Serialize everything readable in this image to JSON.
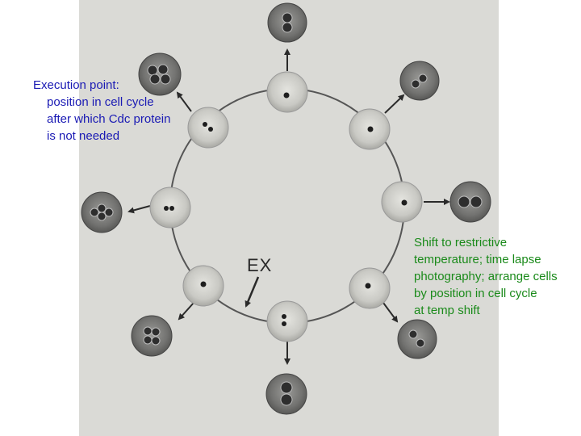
{
  "execution_caption": {
    "lines": [
      "Execution point:",
      "position in cell cycle",
      "after which Cdc protein",
      "is not needed"
    ],
    "color": "#1a1ab4"
  },
  "shift_caption": {
    "lines": [
      "Shift to restrictive",
      "temperature; time lapse",
      "photography; arrange cells",
      "by position in cell cycle",
      "at temp shift"
    ],
    "color": "#1a8a1a"
  },
  "ex_label": "EX",
  "colors": {
    "photo_background": "#dadad6",
    "inner_cell": "#c4c4bf",
    "outer_cell": "#6e6e6e",
    "arrow": "#2a2a2a"
  }
}
